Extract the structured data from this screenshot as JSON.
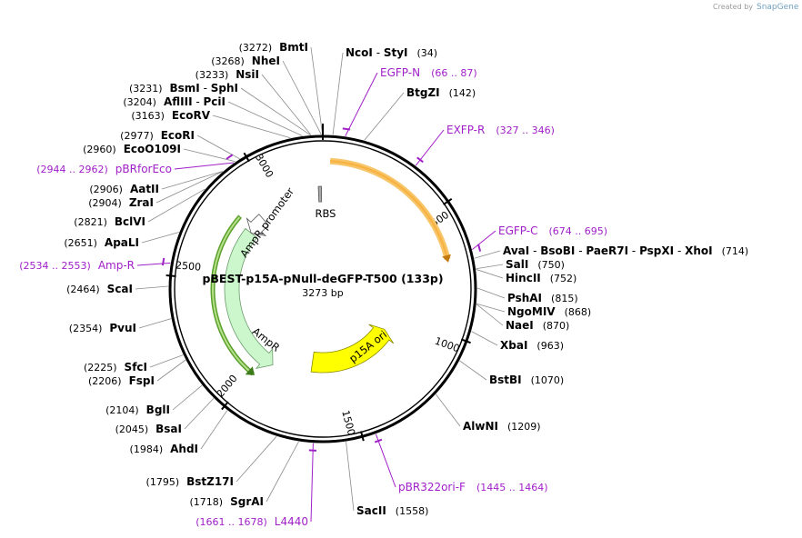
{
  "credit": {
    "prefix": "Created by",
    "brand": "SnapGene"
  },
  "plasmid": {
    "name": "pBEST-p15A-pNull-deGFP-T500 (133p)",
    "length_bp": 3273,
    "size_label": "3273 bp"
  },
  "ticks": [
    {
      "bp": 500,
      "label": "500"
    },
    {
      "bp": 1000,
      "label": "1000"
    },
    {
      "bp": 1500,
      "label": "1500"
    },
    {
      "bp": 2000,
      "label": "2000"
    },
    {
      "bp": 2500,
      "label": "2500"
    },
    {
      "bp": 3000,
      "label": "3000"
    }
  ],
  "enzymes": [
    {
      "names": [
        "NcoI",
        "StyI"
      ],
      "pos": "(34)",
      "bp": 34
    },
    {
      "names": [
        "BtgZI"
      ],
      "pos": "(142)",
      "bp": 142
    },
    {
      "names": [
        "AvaI",
        "BsoBI",
        "PaeR7I",
        "PspXI",
        "XhoI"
      ],
      "pos": "(714)",
      "bp": 714
    },
    {
      "names": [
        "SalI"
      ],
      "pos": "(750)",
      "bp": 750
    },
    {
      "names": [
        "HincII"
      ],
      "pos": "(752)",
      "bp": 752
    },
    {
      "names": [
        "PshAI"
      ],
      "pos": "(815)",
      "bp": 815
    },
    {
      "names": [
        "NgoMIV"
      ],
      "pos": "(868)",
      "bp": 868
    },
    {
      "names": [
        "NaeI"
      ],
      "pos": "(870)",
      "bp": 870
    },
    {
      "names": [
        "XbaI"
      ],
      "pos": "(963)",
      "bp": 963
    },
    {
      "names": [
        "BstBI"
      ],
      "pos": "(1070)",
      "bp": 1070
    },
    {
      "names": [
        "AlwNI"
      ],
      "pos": "(1209)",
      "bp": 1209
    },
    {
      "names": [
        "SacII"
      ],
      "pos": "(1558)",
      "bp": 1558
    },
    {
      "names": [
        "SgrAI"
      ],
      "pos": "(1718)",
      "bp": 1718
    },
    {
      "names": [
        "BstZ17I"
      ],
      "pos": "(1795)",
      "bp": 1795
    },
    {
      "names": [
        "AhdI"
      ],
      "pos": "(1984)",
      "bp": 1984
    },
    {
      "names": [
        "BsaI"
      ],
      "pos": "(2045)",
      "bp": 2045
    },
    {
      "names": [
        "BglI"
      ],
      "pos": "(2104)",
      "bp": 2104
    },
    {
      "names": [
        "FspI"
      ],
      "pos": "(2206)",
      "bp": 2206
    },
    {
      "names": [
        "SfcI"
      ],
      "pos": "(2225)",
      "bp": 2225
    },
    {
      "names": [
        "PvuI"
      ],
      "pos": "(2354)",
      "bp": 2354
    },
    {
      "names": [
        "ScaI"
      ],
      "pos": "(2464)",
      "bp": 2464
    },
    {
      "names": [
        "ApaLI"
      ],
      "pos": "(2651)",
      "bp": 2651
    },
    {
      "names": [
        "BclVI"
      ],
      "pos": "(2821)",
      "bp": 2821
    },
    {
      "names": [
        "ZraI"
      ],
      "pos": "(2904)",
      "bp": 2904
    },
    {
      "names": [
        "AatII"
      ],
      "pos": "(2906)",
      "bp": 2906
    },
    {
      "names": [
        "EcoO109I"
      ],
      "pos": "(2960)",
      "bp": 2960
    },
    {
      "names": [
        "EcoRI"
      ],
      "pos": "(2977)",
      "bp": 2977
    },
    {
      "names": [
        "EcoRV"
      ],
      "pos": "(3163)",
      "bp": 3163
    },
    {
      "names": [
        "AflIII",
        "PciI"
      ],
      "pos": "(3204)",
      "bp": 3204
    },
    {
      "names": [
        "BsmI",
        "SphI"
      ],
      "pos": "(3231)",
      "bp": 3231
    },
    {
      "names": [
        "NsiI"
      ],
      "pos": "(3233)",
      "bp": 3233
    },
    {
      "names": [
        "NheI"
      ],
      "pos": "(3268)",
      "bp": 3268
    },
    {
      "names": [
        "BmtI"
      ],
      "pos": "(3272)",
      "bp": 3272
    }
  ],
  "primers": [
    {
      "name": "EGFP-N",
      "range": "(66 .. 87)",
      "bp": 76
    },
    {
      "name": "EXFP-R",
      "range": "(327 .. 346)",
      "bp": 336
    },
    {
      "name": "EGFP-C",
      "range": "(674 .. 695)",
      "bp": 684
    },
    {
      "name": "pBR322ori-F",
      "range": "(1445 .. 1464)",
      "bp": 1454
    },
    {
      "name": "L4440",
      "range": "(1661 .. 1678)",
      "bp": 1669
    },
    {
      "name": "Amp-R",
      "range": "(2534 .. 2553)",
      "bp": 2543
    },
    {
      "name": "pBRforEco",
      "range": "(2944 .. 2962)",
      "bp": 2953
    }
  ],
  "features": [
    {
      "name": "deGFP",
      "label": "",
      "color": "#f7b343",
      "start": 30,
      "end": 720
    },
    {
      "name": "RBS",
      "label": "RBS",
      "color": "#a8a8a8",
      "start": 3250,
      "end": 3266
    },
    {
      "name": "p15A ori",
      "label": "p15A ori",
      "color": "#ffff00",
      "start": 1000,
      "end": 1550
    },
    {
      "name": "AmpR",
      "label": "AmpR",
      "color": "#ccf7cc",
      "start": 1940,
      "end": 2800
    },
    {
      "name": "AmpR promoter",
      "label": "AmpR promoter",
      "color": "#ffffff",
      "start": 2800,
      "end": 2905
    },
    {
      "name": "green-arc",
      "label": "",
      "color": "#5aa02c",
      "start": 1995,
      "end": 2830
    }
  ]
}
